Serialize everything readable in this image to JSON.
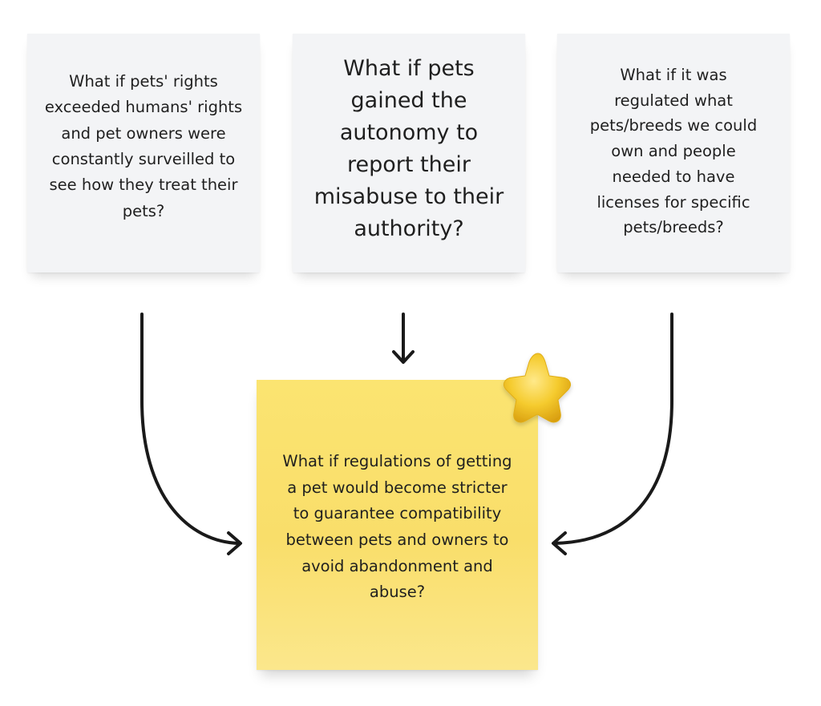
{
  "notes": {
    "left": "What if pets' rights exceeded humans' rights and pet owners were constantly surveilled to see how they treat their pets?",
    "middle": "What if pets gained the autonomy to report their misabuse to their authority?",
    "right": "What if it was regulated what pets/breeds we could own and people needed to have licenses for specific pets/breeds?",
    "result": "What if regulations of getting a pet would become stricter to guarantee compatibility between pets and owners to avoid abandonment and abuse?"
  },
  "colors": {
    "gray_note": "#f3f4f6",
    "yellow_note": "#f9de6a",
    "arrow": "#1a1a1a",
    "star": "#f2c121"
  },
  "icons": {
    "star": "star-sticker-icon"
  }
}
